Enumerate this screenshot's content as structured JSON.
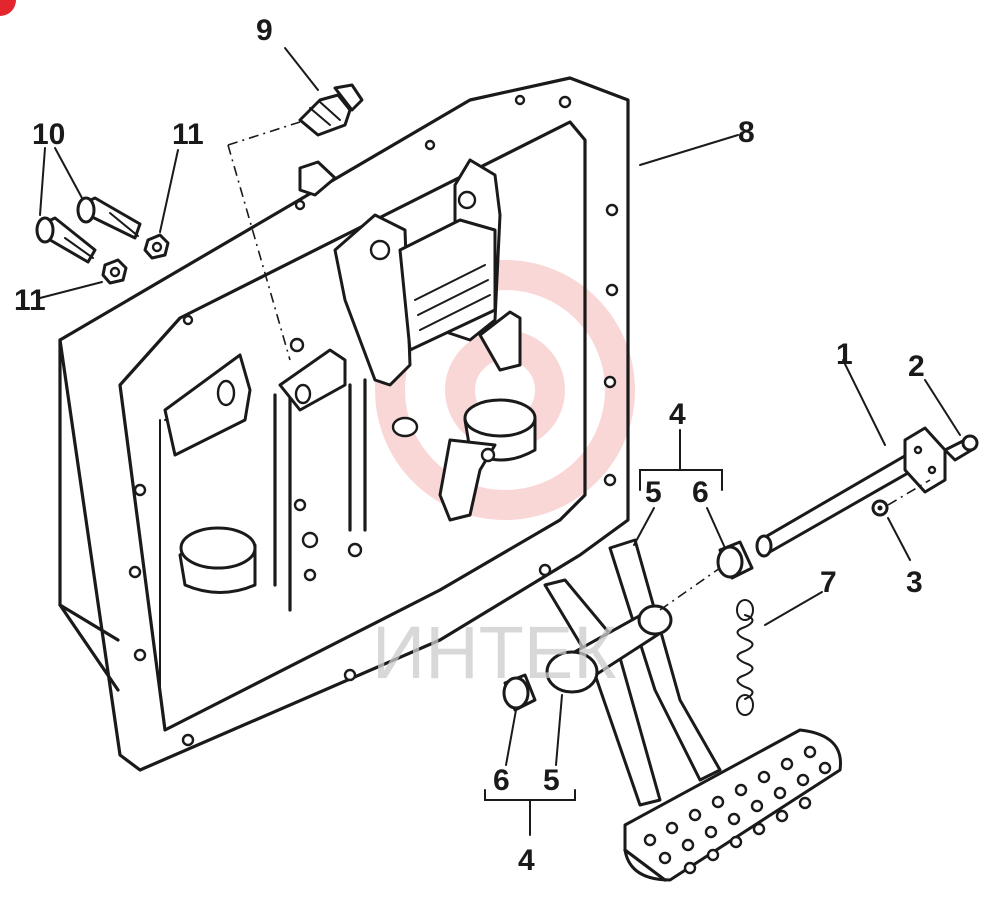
{
  "diagram": {
    "callouts": {
      "c1": "1",
      "c2": "2",
      "c3": "3",
      "c4_top": "4",
      "c4_bottom": "4",
      "c5_top": "5",
      "c5_bottom": "5",
      "c6_top": "6",
      "c6_bottom": "6",
      "c7": "7",
      "c8": "8",
      "c9": "9",
      "c10": "10",
      "c11_top": "11",
      "c11_left": "11"
    },
    "watermark": {
      "text": "ИНТЕК",
      "color": "#f2a7a7"
    },
    "line_color": "#1a1a1a",
    "corner_mark_color": "#e3262d"
  }
}
